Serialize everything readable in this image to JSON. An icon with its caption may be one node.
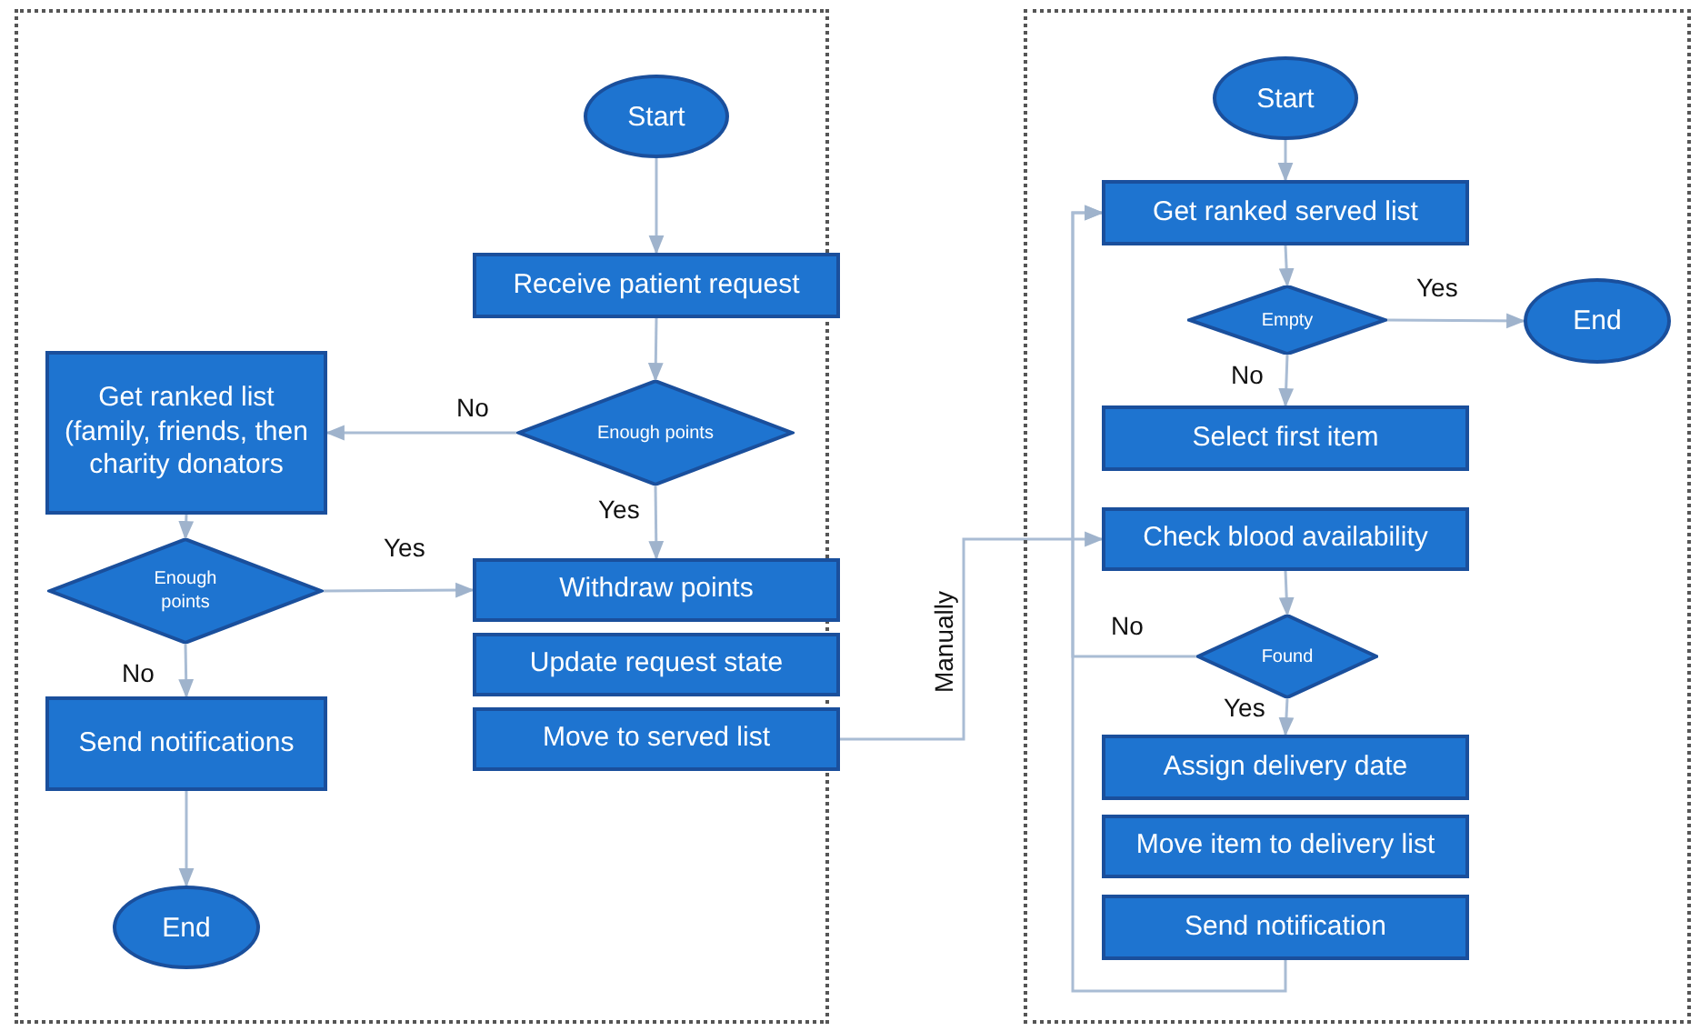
{
  "diagram": {
    "nodes": [
      {
        "text": [],
        "shape": "box"
      },
      {
        "text": [
          "Start"
        ],
        "in": 0
      },
      {
        "text": [
          "Receive patient request"
        ],
        "in": 0
      },
      {
        "text": [
          "Enough points"
        ],
        "in": 0
      },
      {
        "text": [
          "Get ranked list (family, friends, then charity donators"
        ],
        "in": 0
      },
      {
        "text": [
          "Enough points"
        ],
        "in": 0
      },
      {
        "text": [
          "Withdraw points"
        ],
        "in": 0
      },
      {
        "text": [
          "Update request state"
        ],
        "in": 0
      },
      {
        "text": [
          "Move to served list"
        ],
        "in": 0
      },
      {
        "text": [
          "Send notifications"
        ],
        "in": 0
      },
      {
        "text": [
          "End"
        ],
        "in": 0
      },
      {
        "text": [],
        "shape": "box"
      },
      {
        "text": [
          "Start"
        ],
        "in": 11
      },
      {
        "text": [
          "Get ranked served list"
        ],
        "in": 11
      },
      {
        "text": [
          "Empty"
        ],
        "in": 11
      },
      {
        "text": [
          "End"
        ],
        "in": 11
      },
      {
        "text": [
          "Select first item"
        ],
        "in": 11
      },
      {
        "text": [
          "Check blood availability"
        ],
        "in": 11
      },
      {
        "text": [
          "Found"
        ],
        "in": 11
      },
      {
        "text": [
          "Assign delivery date"
        ],
        "in": 11
      },
      {
        "text": [
          "Move item to delivery list"
        ],
        "in": 11
      },
      {
        "text": [
          "Send notification"
        ],
        "in": 11
      }
    ],
    "edges": [
      {
        "from": 1,
        "to": 2,
        "arrow": "to"
      },
      {
        "from": 2,
        "to": 3,
        "arrow": "to"
      },
      {
        "from": 3,
        "to": 4,
        "arrow": "to",
        "label": "No"
      },
      {
        "from": 3,
        "to": 6,
        "arrow": "to",
        "label": "Yes"
      },
      {
        "from": 4,
        "to": 5,
        "arrow": "to"
      },
      {
        "from": 5,
        "to": 6,
        "arrow": "to",
        "label": "Yes"
      },
      {
        "from": 5,
        "to": 9,
        "arrow": "to",
        "label": "No"
      },
      {
        "from": 9,
        "to": 10,
        "arrow": "to"
      },
      {
        "from": 8,
        "to": 17,
        "arrow": "to",
        "label": "Manually"
      },
      {
        "from": 12,
        "to": 13,
        "arrow": "to"
      },
      {
        "from": 13,
        "to": 14,
        "arrow": "to"
      },
      {
        "from": 14,
        "to": 15,
        "arrow": "to",
        "label": "Yes"
      },
      {
        "from": 14,
        "to": 16,
        "arrow": "to",
        "label": "No"
      },
      {
        "from": 17,
        "to": 18,
        "arrow": "to"
      },
      {
        "from": 18,
        "to": 19,
        "arrow": "to",
        "label": "Yes"
      },
      {
        "from": 21,
        "to": 13,
        "arrow": "to"
      },
      {
        "from": 18,
        "to": 13,
        "arrow": "to",
        "label": "No"
      }
    ]
  }
}
